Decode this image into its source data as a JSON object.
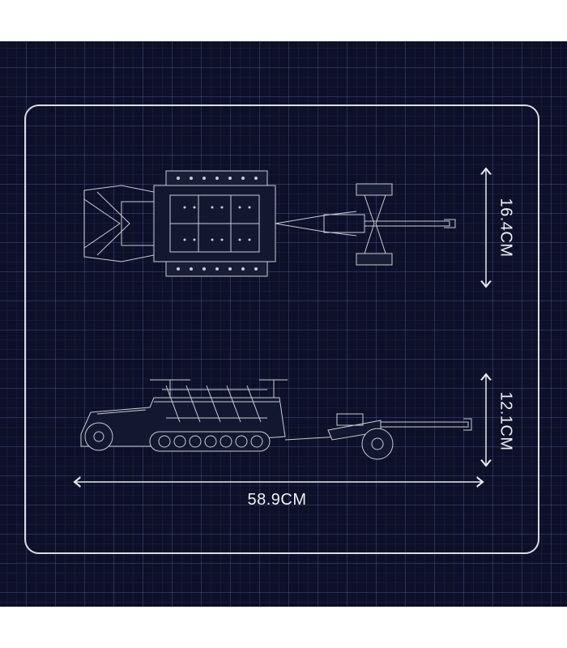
{
  "dimensions": {
    "width_label": "16.4CM",
    "height_label": "12.1CM",
    "length_label": "58.9CM"
  },
  "colors": {
    "background": "#0d1028",
    "line": "#d9dbe6",
    "model": "#c9ccd8"
  }
}
